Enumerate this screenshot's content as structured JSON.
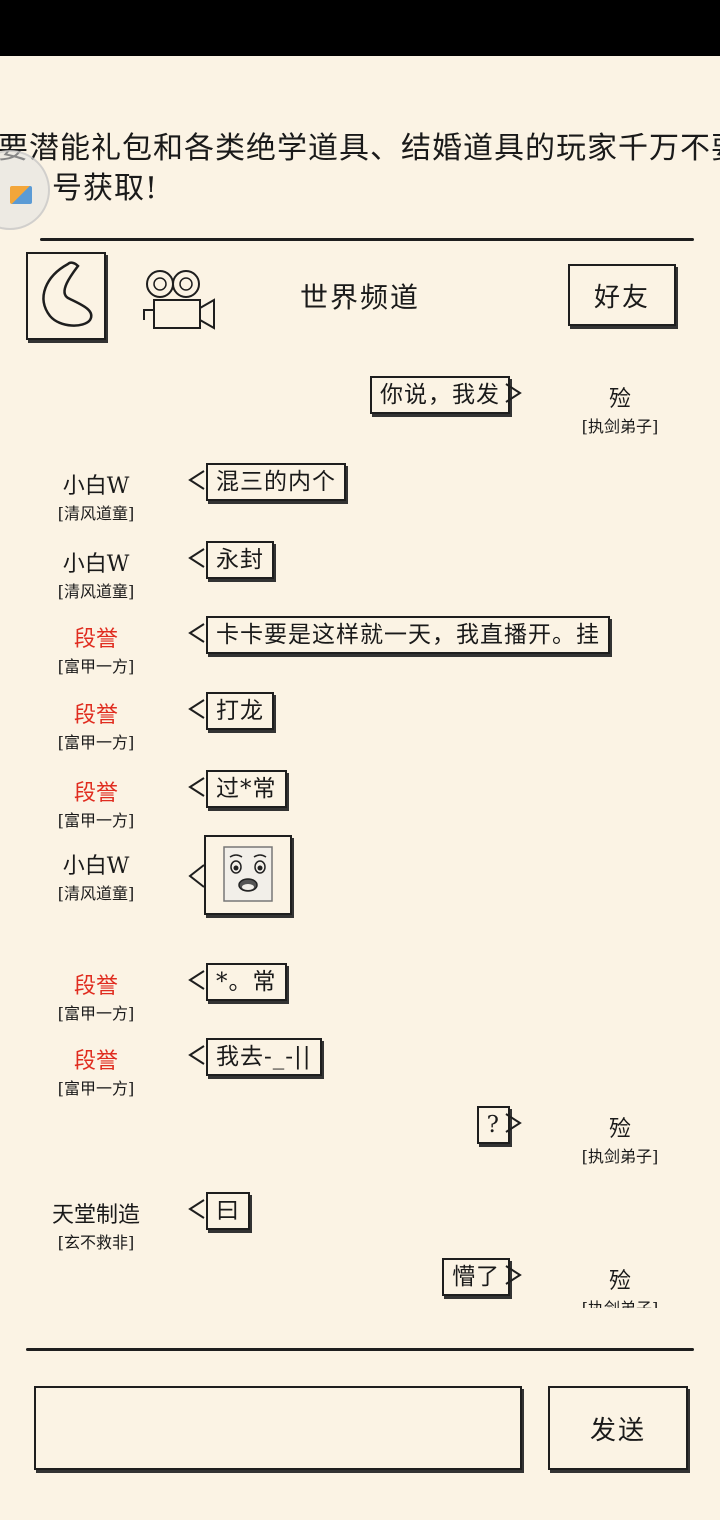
{
  "notice": {
    "line1": "要潜能礼包和各类绝学道具、结婚道具的玩家千万不要错",
    "line2": "号获取!"
  },
  "header": {
    "channel_title": "世界频道",
    "friends_label": "好友"
  },
  "icons": {
    "back": "back-arrow-icon",
    "camera": "movie-camera-icon",
    "floating": "floating-assistant-icon"
  },
  "colors": {
    "background": "#fbf3e4",
    "ink": "#1e1e1e",
    "highlight_name": "#e02c1f"
  },
  "messages": [
    {
      "side": "right",
      "name": "殓",
      "title": "[执剑弟子]",
      "text": "你说，我发",
      "highlight": false
    },
    {
      "side": "left",
      "name": "小白W",
      "title": "[清风道童]",
      "text": "混三的内个",
      "highlight": false
    },
    {
      "side": "left",
      "name": "小白W",
      "title": "[清风道童]",
      "text": "永封",
      "highlight": false
    },
    {
      "side": "left",
      "name": "段誉",
      "title": "[富甲一方]",
      "text": "卡卡要是这样就一天，我直播开。挂",
      "highlight": true
    },
    {
      "side": "left",
      "name": "段誉",
      "title": "[富甲一方]",
      "text": "打龙",
      "highlight": true
    },
    {
      "side": "left",
      "name": "段誉",
      "title": "[富甲一方]",
      "text": "过*常",
      "highlight": true
    },
    {
      "side": "left",
      "name": "小白W",
      "title": "[清风道童]",
      "text": "",
      "emoji": "surprised-face-sticker-icon",
      "highlight": false
    },
    {
      "side": "left",
      "name": "段誉",
      "title": "[富甲一方]",
      "text": "*。常",
      "highlight": true
    },
    {
      "side": "left",
      "name": "段誉",
      "title": "[富甲一方]",
      "text": "我去-_-||",
      "highlight": true
    },
    {
      "side": "right",
      "name": "殓",
      "title": "[执剑弟子]",
      "text": "?",
      "highlight": false
    },
    {
      "side": "left",
      "name": "天堂制造",
      "title": "[玄不救非]",
      "text": "曰",
      "highlight": false
    },
    {
      "side": "right",
      "name": "殓",
      "title": "[执剑弟子]",
      "text": "懵了",
      "highlight": false
    }
  ],
  "composer": {
    "input_value": "",
    "input_placeholder": "",
    "send_label": "发送"
  }
}
